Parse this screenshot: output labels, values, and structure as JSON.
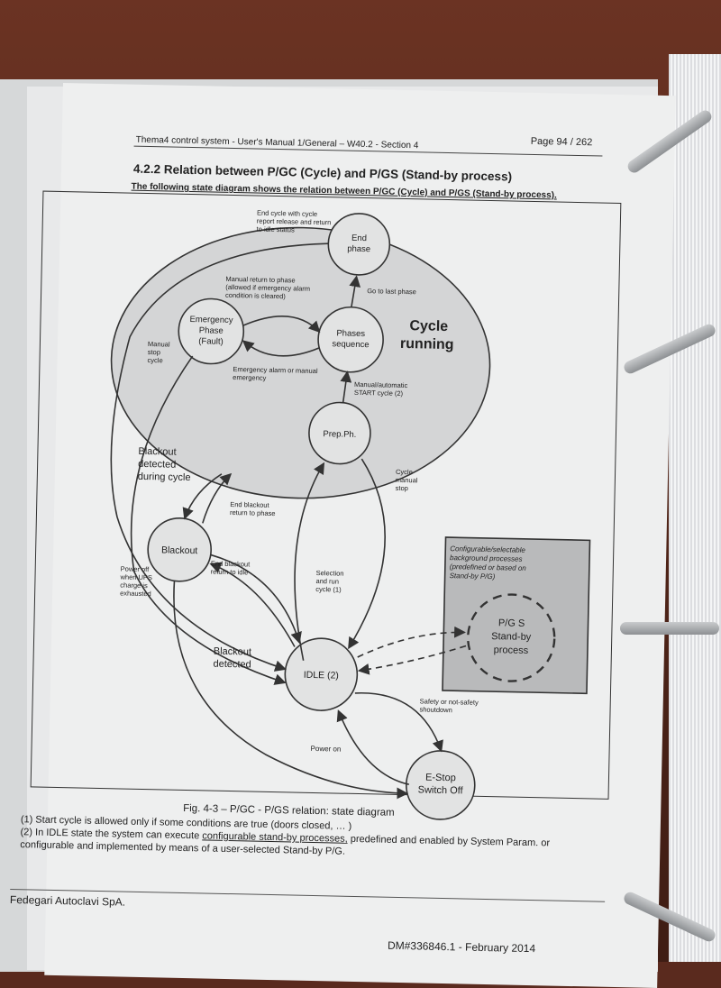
{
  "header": {
    "doc_title": "Thema4 control system -  User's Manual 1/General – W40.2 - Section 4",
    "page_label": "Page 94 / 262"
  },
  "section": {
    "title": "4.2.2 Relation between P/GC (Cycle) and P/GS (Stand-by process)",
    "intro": "The following state diagram shows the relation between P/GC (Cycle) and P/GS (Stand-by process)."
  },
  "diagram": {
    "cycle_running_l1": "Cycle",
    "cycle_running_l2": "running",
    "states": {
      "end_phase": [
        "End",
        "phase"
      ],
      "emergency": [
        "Emergency",
        "Phase",
        "(Fault)"
      ],
      "phases_seq": [
        "Phases",
        "sequence"
      ],
      "prep": "Prep.Ph.",
      "blackout": "Blackout",
      "idle": "IDLE (2)",
      "estop": [
        "E-Stop",
        "Switch Off"
      ],
      "pgs": [
        "P/G S",
        "Stand-by",
        "process"
      ]
    },
    "labels": {
      "end_cycle": [
        "End cycle with cycle",
        "report release and return",
        "to idle status"
      ],
      "manual_return": [
        "Manual return to phase",
        "(allowed if emergency alarm",
        "condition is cleared)"
      ],
      "go_last": "Go to last phase",
      "emergency_alarm": [
        "Emergency alarm or manual",
        "emergency"
      ],
      "manual_stop": [
        "Manual",
        "stop",
        "cycle"
      ],
      "manual_auto": [
        "Manual/automatic",
        "START cycle (2)"
      ],
      "cycle_manual_stop": [
        "Cycle",
        "manual",
        "stop"
      ],
      "blackout_during": [
        "Blackout",
        "detected",
        "during cycle"
      ],
      "end_blackout_phase": [
        "End blackout",
        "return to phase"
      ],
      "end_blackout_idle": [
        "End blackout",
        "return to idle"
      ],
      "power_off": [
        "Power off",
        "when UPS",
        "charge is",
        "exhausted"
      ],
      "selection_run": [
        "Selection",
        "and run",
        "cycle (1)"
      ],
      "blackout_detected": [
        "Blackout",
        "detected"
      ],
      "safety_shutdown": [
        "Safety or not-safety",
        "shoutdown"
      ],
      "power_on": "Power on",
      "config_box": [
        "Configurable/selectable",
        "background processes",
        "(predefined or based on",
        "Stand-by P/G)"
      ]
    }
  },
  "caption": "Fig. 4-3 – P/GC - P/GS relation: state diagram",
  "notes": {
    "n1": "(1) Start cycle is  allowed only if some conditions are true (doors closed, … )",
    "n2_a": "(2) In IDLE state the system can execute ",
    "n2_link": "configurable stand-by processes,",
    "n2_b": " predefined and enabled by System Param. or",
    "n3": "configurable and implemented by means of a user-selected Stand-by P/G."
  },
  "footer": {
    "company": "Fedegari Autoclavi SpA.",
    "docnum": "DM#336846.1  -  February 2014"
  }
}
